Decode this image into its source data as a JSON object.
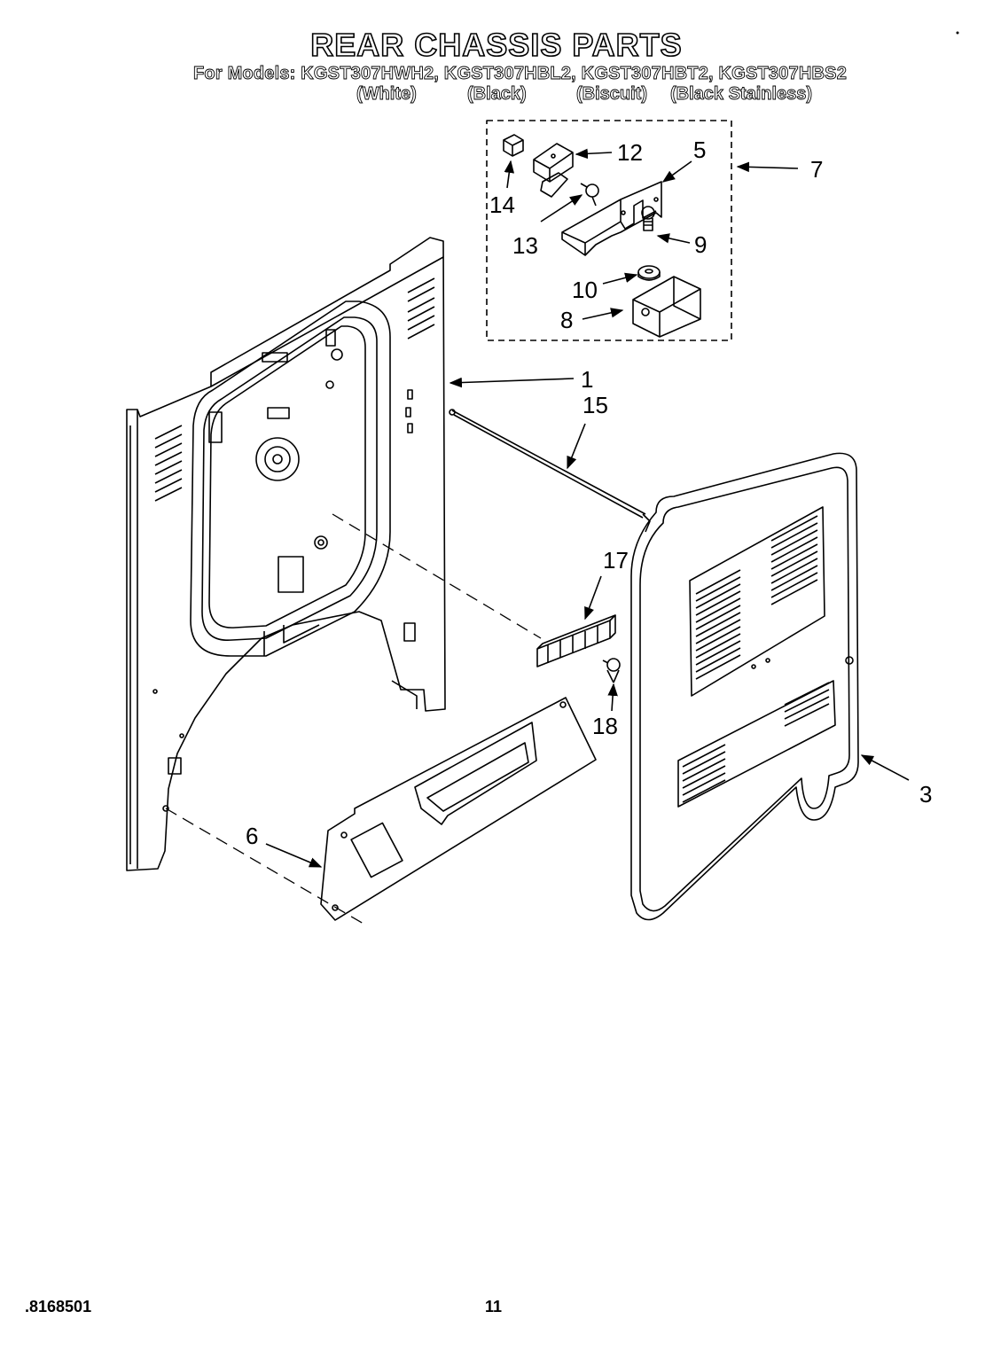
{
  "header": {
    "title": "REAR CHASSIS PARTS",
    "models_line": "For Models: KGST307HWH2, KGST307HBL2, KGST307HBT2, KGST307HBS2",
    "colors": [
      "(White)",
      "(Black)",
      "(Biscuit)",
      "(Black Stainless)"
    ]
  },
  "callouts": [
    "1",
    "3",
    "5",
    "6",
    "7",
    "8",
    "9",
    "10",
    "12",
    "13",
    "14",
    "15",
    "17",
    "18"
  ],
  "footer": {
    "doc_number": ".8168501",
    "page_number": "11"
  }
}
